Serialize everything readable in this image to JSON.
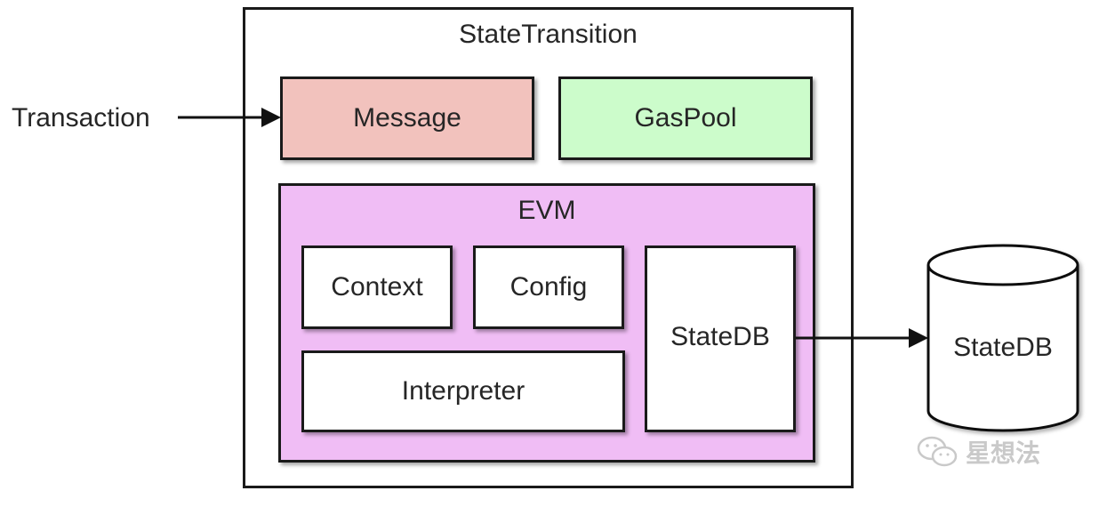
{
  "transaction": "Transaction",
  "state_transition": {
    "title": "StateTransition"
  },
  "message": "Message",
  "gaspool": "GasPool",
  "evm": {
    "title": "EVM",
    "context": "Context",
    "config": "Config",
    "interpreter": "Interpreter",
    "statedb": "StateDB"
  },
  "statedb_store": "StateDB",
  "watermark": "星想法",
  "colors": {
    "message": "#f2c2bd",
    "gaspool": "#ccfccb",
    "evm": "#f0bdf5",
    "border": "#1a1a1a"
  }
}
